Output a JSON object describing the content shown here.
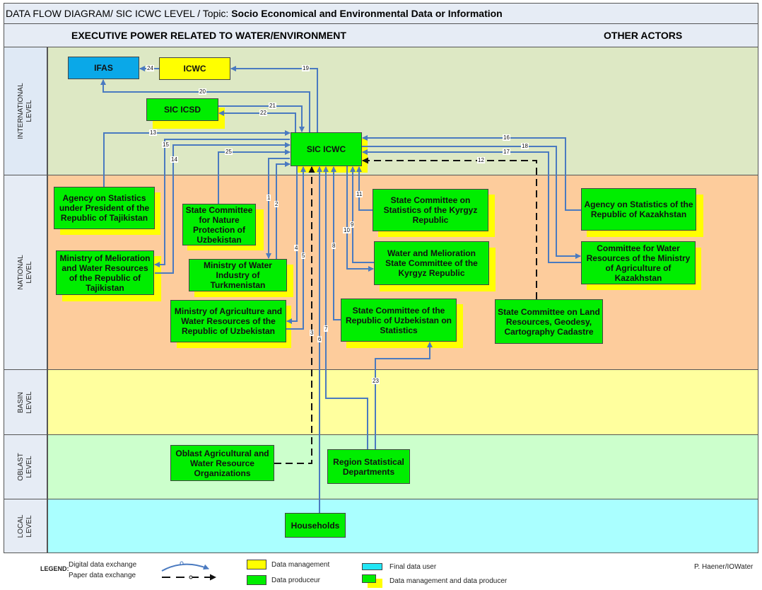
{
  "title": {
    "prefix": "DATA FLOW DIAGRAM/ SIC ICWC LEVEL / Topic: ",
    "topic": "Socio Economical and Environmental Data or Information"
  },
  "header": {
    "left": "EXECUTIVE  POWER RELATED TO WATER/ENVIRONMENT",
    "right": "OTHER ACTORS"
  },
  "levels": [
    {
      "label": "INTERNATIONAL\nLEVEL",
      "color": "#dde8c4"
    },
    {
      "label": "NATIONAL\nLEVEL",
      "color": "#fdcc9c"
    },
    {
      "label": "BASIN\nLEVEL",
      "color": "#ffff9e"
    },
    {
      "label": "OBLAST\nLEVEL",
      "color": "#ccffcc"
    },
    {
      "label": "LOCAL\nLEVEL",
      "color": "#aaffff"
    }
  ],
  "nodes": {
    "ifas": "IFAS",
    "icwc": "ICWC",
    "sic_icsd": "SIC ICSD",
    "sic_icwc": "SIC ICWC",
    "agency_tajik": "Agency on Statistics under President of the Republic of Tajikistan",
    "ministry_tajik": "Ministry of Melioration and Water Resources of the Republic of Tajikistan",
    "nature_uzb": "State Committee for Nature Protection of Uzbekistan",
    "water_turkmen": "Ministry of Water Industry of Turkmenistan",
    "agri_uzb": "Ministry of Agriculture and Water Resources of the Republic of Uzbekistan",
    "stat_kyrgyz": "State Committee on Statistics of the Kyrgyz Republic",
    "water_kyrgyz": "Water and Melioration State Committee of the  Kyrgyz Republic",
    "stat_uzb": "State Committee of the Republic of Uzbekistan on Statistics",
    "land_committee": "State Committee on Land Resources, Geodesy, Cartography Cadastre",
    "agency_kazakh": "Agency on Statistics of the Republic of Kazakhstan",
    "water_kazakh": "Committee for Water Resources of the Ministry of Agriculture of Kazakhstan",
    "oblast_agri": "Oblast Agricultural and Water Resource Organizations",
    "region_stat": "Region Statistical Departments",
    "households": "Households"
  },
  "flow_labels": {
    "f1": "1",
    "f2": "2",
    "f3": "3",
    "f4": "4",
    "f5": "5",
    "f6": "6",
    "f7": "7",
    "f8": "8",
    "f9": "9",
    "f10": "10",
    "f11": "11",
    "f12": "12",
    "f13": "13",
    "f14": "14",
    "f15": "15",
    "f16": "16",
    "f17": "17",
    "f18": "18",
    "f19": "19",
    "f20": "20",
    "f21": "21",
    "f22": "22",
    "f23": "23",
    "f24": "24",
    "f25": "25"
  },
  "legend": {
    "title": "LEGEND:",
    "digital": "Digital data exchange",
    "paper": "Paper data exchange",
    "data_management": "Data management",
    "data_producer": "Data produceur",
    "final_user": "Final data user",
    "mgmt_and_producer": "Data management and data producer"
  },
  "credit": "P. Haener/IOWater",
  "colors": {
    "producer": "#00ee00",
    "management": "#ffff00",
    "final_user": "#0aa8e8",
    "digital_line": "#4a7ac0",
    "paper_line": "#111111"
  }
}
